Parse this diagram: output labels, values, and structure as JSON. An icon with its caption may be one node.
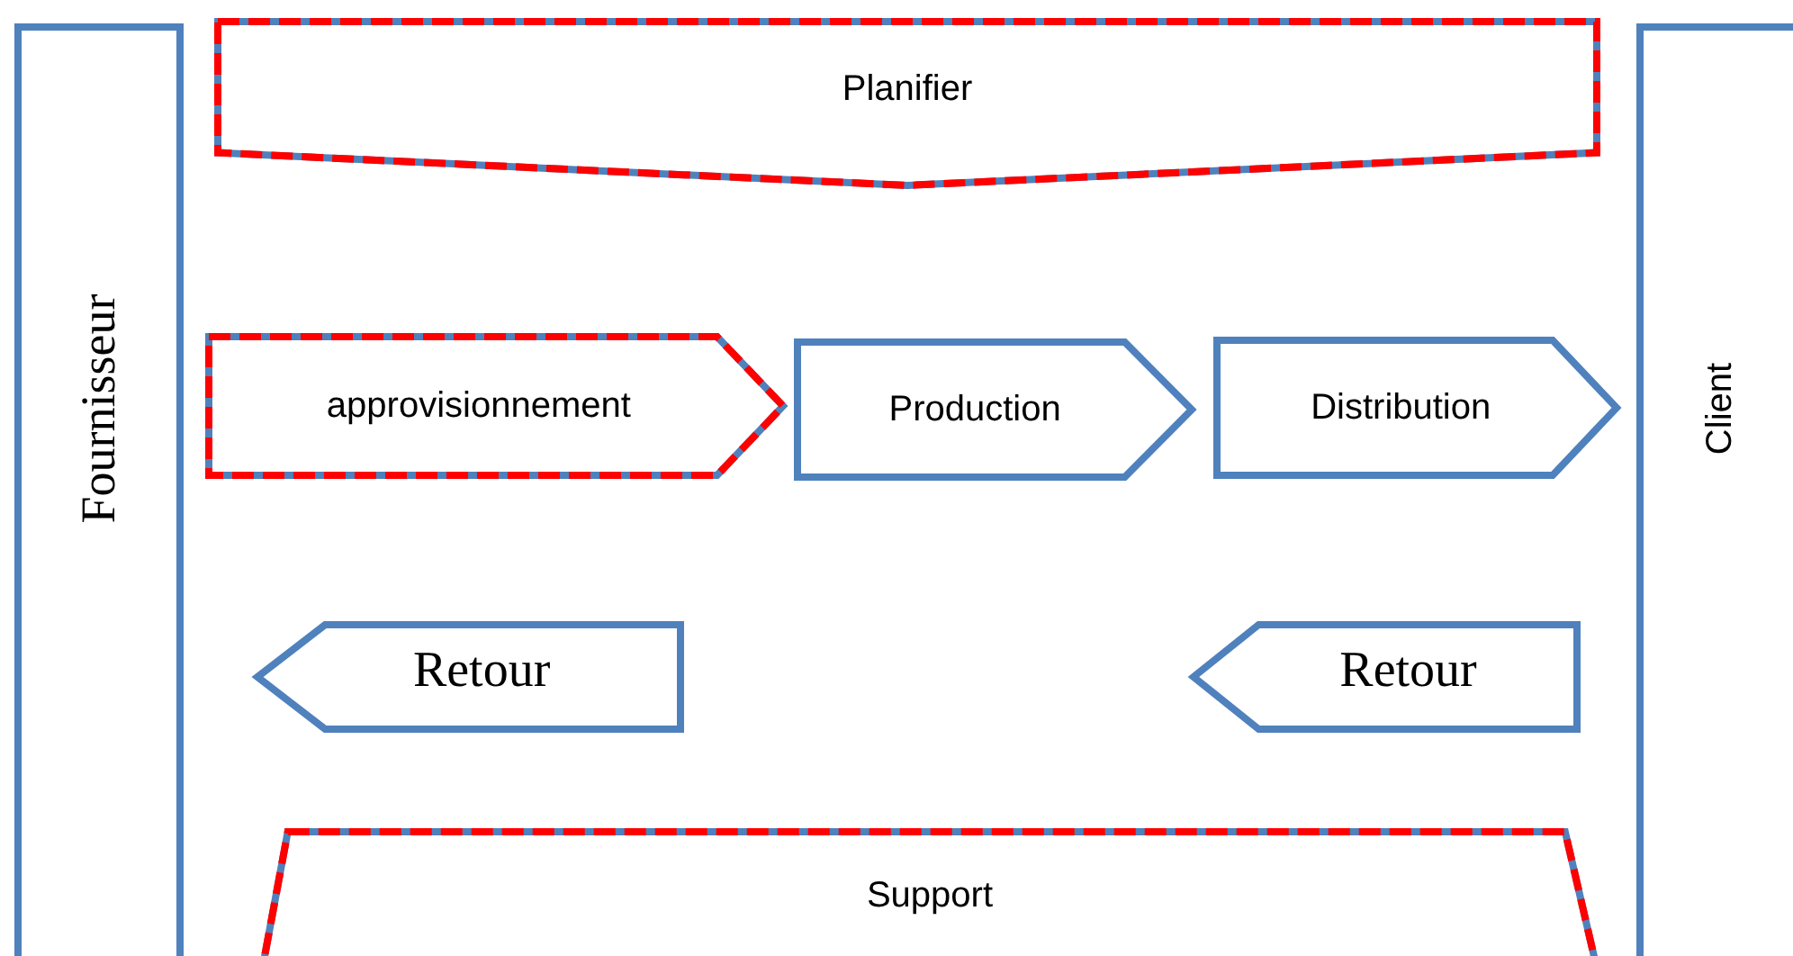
{
  "diagram": {
    "nodes": [
      {
        "text": [
          "Planifier"
        ]
      },
      {
        "text": [
          "Fournisseur"
        ]
      },
      {
        "text": [
          "approvisionnement"
        ]
      },
      {
        "text": [
          "Production"
        ]
      },
      {
        "text": [
          "Distribution"
        ]
      },
      {
        "text": [
          "Client"
        ]
      },
      {
        "text": [
          "Retour"
        ]
      },
      {
        "text": [
          "Retour"
        ]
      },
      {
        "text": [
          "Support"
        ]
      }
    ]
  }
}
